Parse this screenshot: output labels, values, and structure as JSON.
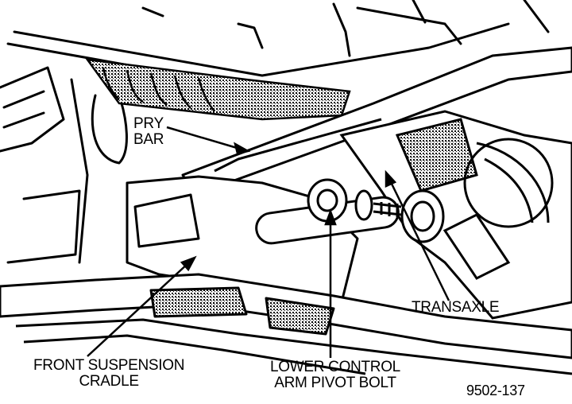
{
  "figure": {
    "labels": {
      "pry_bar": [
        "PRY",
        "BAR"
      ],
      "transaxle": "TRANSAXLE",
      "front_suspension_cradle": [
        "FRONT SUSPENSION",
        "CRADLE"
      ],
      "lower_control_arm_pivot_bolt": [
        "LOWER CONTROL",
        "ARM PIVOT BOLT"
      ],
      "figure_number": "9502-137"
    },
    "colors": {
      "ink": "#000000",
      "paper": "#ffffff",
      "hatch": "#6d6d6d"
    }
  }
}
